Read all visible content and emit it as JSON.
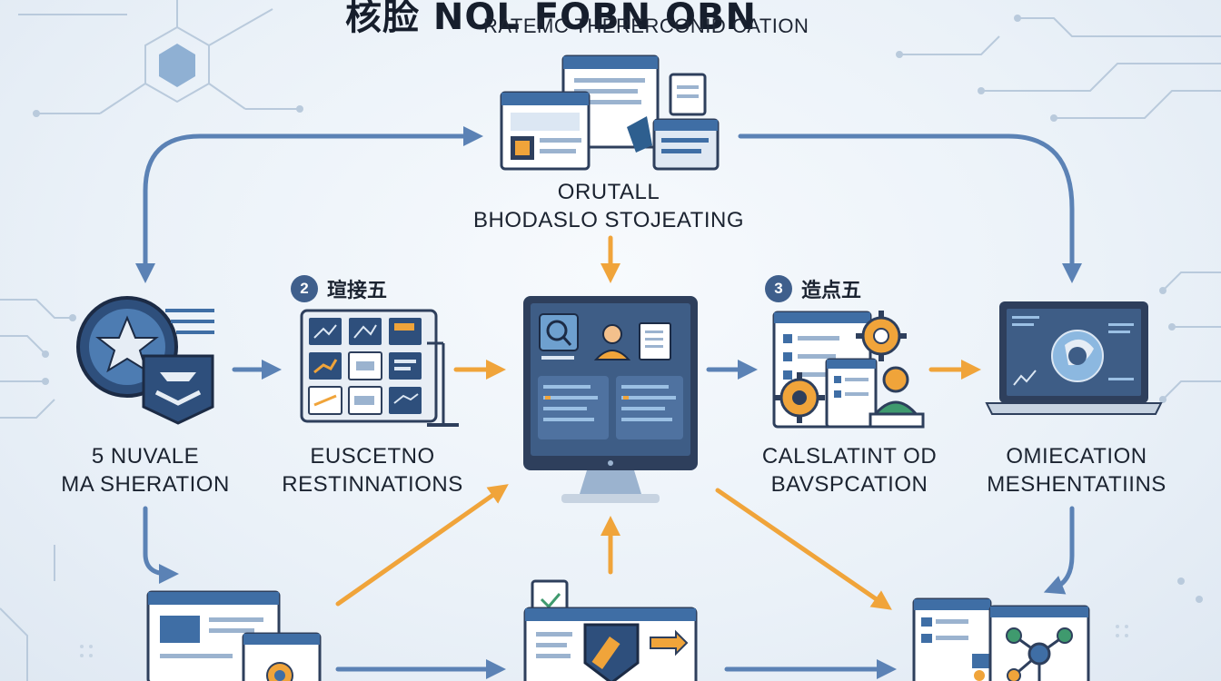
{
  "header": {
    "title": "核脸 NOL FOBN OBN",
    "subtitle": "RATEMC THERERCONID CATION"
  },
  "top_node": {
    "line1": "ORUTALL",
    "line2": "BHODASLO STOJEATING"
  },
  "steps": [
    {
      "number": "2",
      "title": "瑄接五"
    },
    {
      "number": "3",
      "title": "造点五"
    }
  ],
  "nodes": [
    {
      "line1": "5 NUVALE",
      "line2": "MA SHERATION"
    },
    {
      "line1": "EUSCETNO",
      "line2": "RESTINNATIONS"
    },
    {
      "line1": "CALSLATINT OD",
      "line2": "BAVSPCATION"
    },
    {
      "line1": "OMIECATION",
      "line2": "MESHENTATIINS"
    }
  ],
  "colors": {
    "blue_arrow": "#5b82b5",
    "orange_arrow": "#f0a43a",
    "navy": "#2e3f5c",
    "accent_blue": "#3f6ea5"
  }
}
